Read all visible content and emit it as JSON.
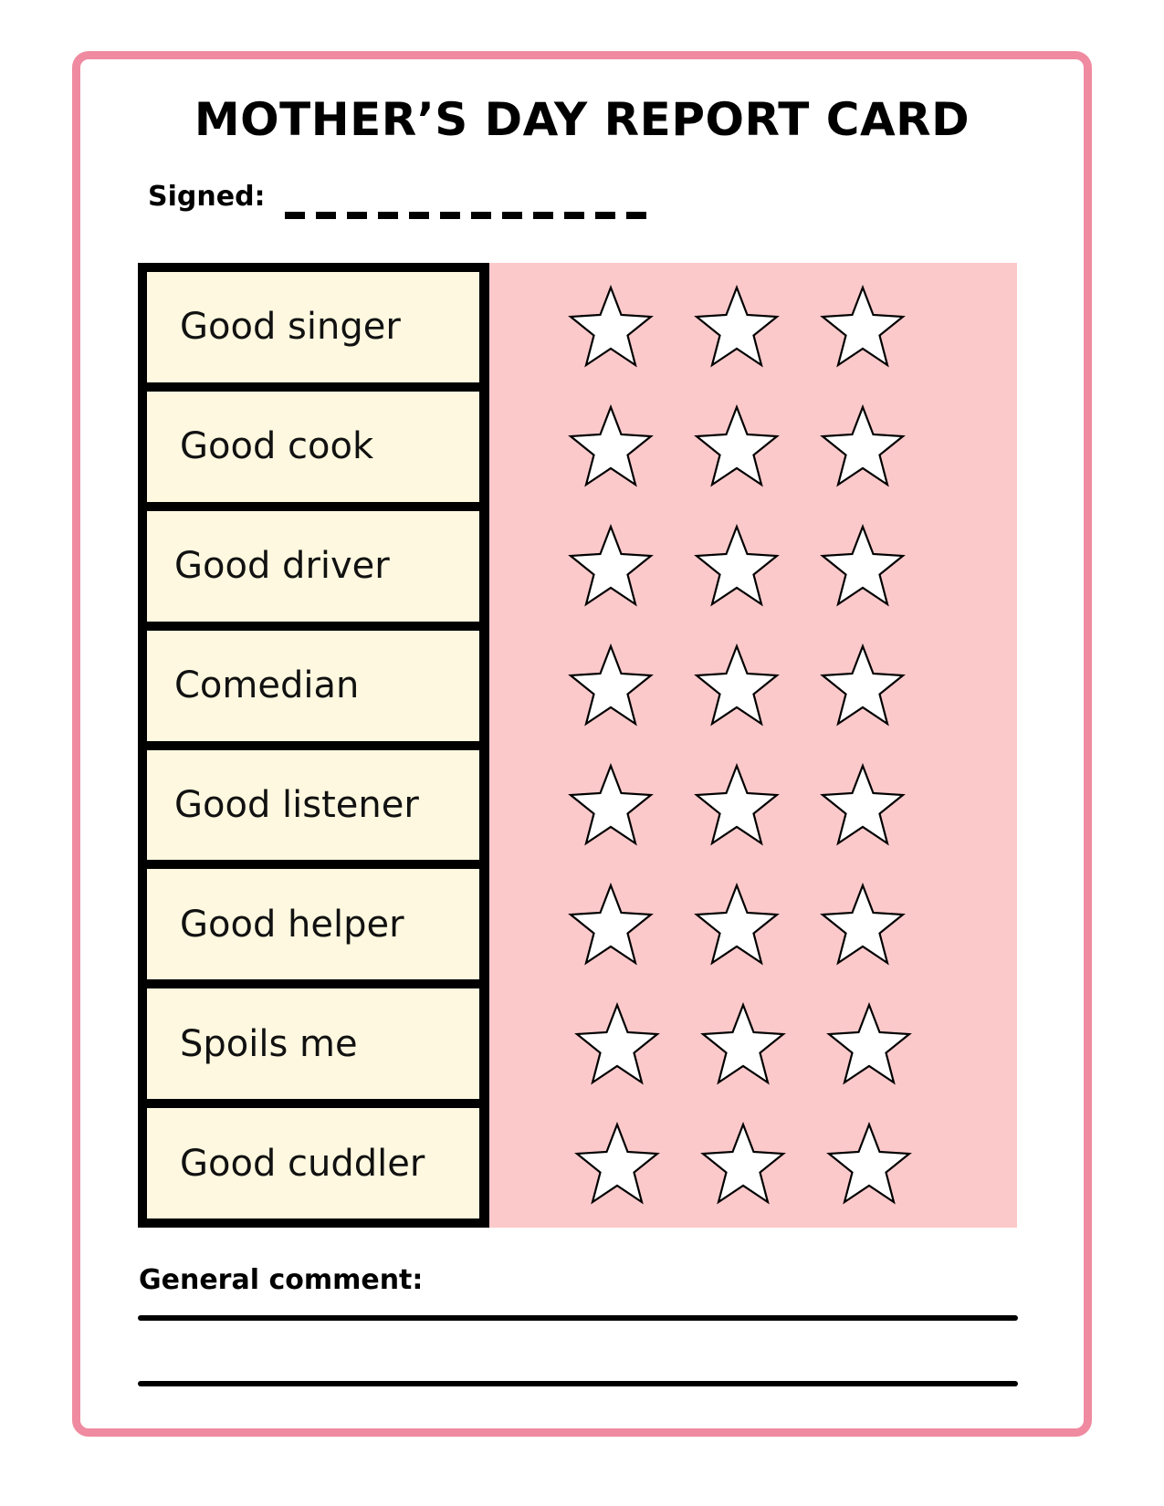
{
  "header": {
    "title": "MOTHER’S DAY REPORT CARD",
    "signed_label": "Signed:"
  },
  "ratings": {
    "categories": [
      "Good singer",
      "Good cook",
      "Good driver",
      "Comedian",
      "Good listener",
      "Good helper",
      "Spoils me",
      "Good cuddler"
    ],
    "stars_per_row": 3,
    "star_icon": "star-outline-icon"
  },
  "footer": {
    "comment_label": "General comment:"
  },
  "colors": {
    "frame_border": "#ef8aa0",
    "rating_background": "#fcc9cb",
    "label_background": "#fdf8df",
    "star_fill": "#ffffff",
    "ink": "#000000"
  }
}
